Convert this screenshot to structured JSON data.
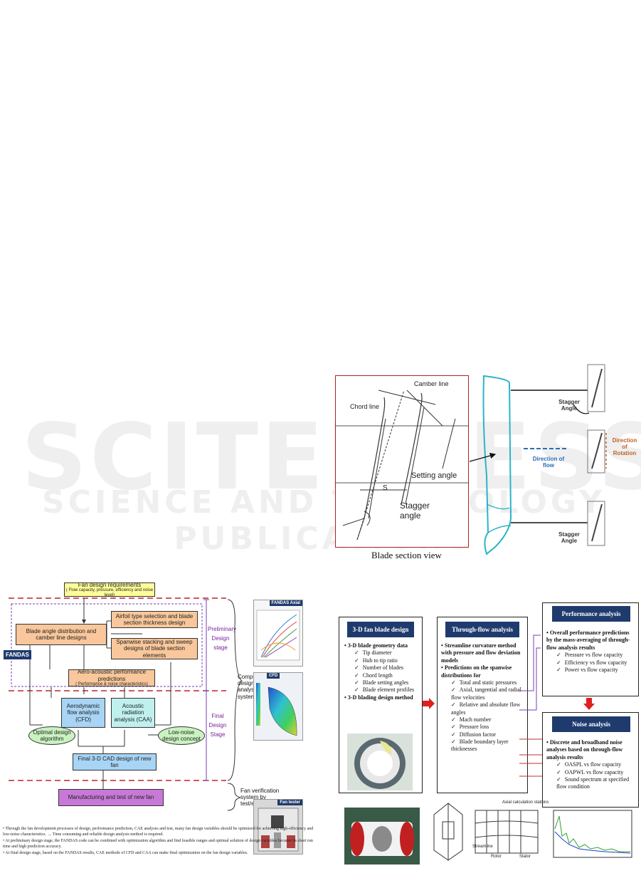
{
  "watermark": {
    "main": "SCITEPRESS",
    "sub": "SCIENCE AND TECHNOLOGY PUBLICATIONS"
  },
  "flowchart": {
    "requirements_title": "Fan design requirements",
    "requirements_sub": "( Flow capacity, pressure, efficiency and noise level)",
    "blade_angle": "Blade angle distribution and camber line designs",
    "airfoil": "Airfoil type selection and blade section thickness design",
    "spanwise": "Spanwise stacking and sweep designs of blade section elements",
    "aero_title": "Aero-acoustic performance predictions",
    "aero_sub": "( Performance & noise characteristics)",
    "fandas": "FANDAS",
    "cfd_box": "Aerodynamic flow analysis (CFD)",
    "caa_box": "Acoustic radiation analysis (CAA)",
    "optimal": "Optimal design algorithm",
    "lownoise": "Low-noise design concept",
    "final_cad": "Final 3-D CAD design of new fan",
    "manufacturing": "Manufacturing and test of new fan",
    "preliminary_stage": [
      "Preliminary",
      "Design",
      "stage"
    ],
    "final_stage": [
      "Final",
      "Design",
      "Stage"
    ],
    "computerized": "Computerized design- analysis system of fan",
    "verification": "Fan verification system by test/evaluation",
    "thumb_fandas": "FANDAS Axial",
    "thumb_cfd": "CFD",
    "thumb_tester": "Fan tester"
  },
  "left_bullets": [
    "Through the fan development processes of design, performance prediction, CAE analyses and test, many fan design variables should be optimized for achieving high-efficiency and low-noise characteristics. → Time consuming and reliable design analysis method is required.",
    "At preliminary design stage, the FANDAS code can be combined with optimization algorithm and find feasible ranges and optimal solution of design variables because its short run time and high prediction accuracy.",
    "At final design stage, based on the FANDAS results, CAE methods of CFD and CAA can make final optimization on the fan design variables."
  ],
  "blade_figure": {
    "chord_line": "Chord line",
    "camber_line": "Camber line",
    "setting_angle": "Setting angle",
    "stagger_angle": "Stagger angle",
    "pitch": "S",
    "caption": "Blade section view",
    "stagger_labels": [
      "Stagger Angle",
      "Stagger Angle"
    ],
    "direction_flow": "Direction of flow",
    "direction_rotation": "Direction of Rotation"
  },
  "analysis": {
    "design_title": "3-D fan blade design",
    "design_items": [
      {
        "type": "head",
        "text": "3-D blade geometry data"
      },
      {
        "type": "item",
        "text": "Tip diameter"
      },
      {
        "type": "item",
        "text": "Hub to tip ratio"
      },
      {
        "type": "item",
        "text": "Number of blades"
      },
      {
        "type": "item",
        "text": "Chord length"
      },
      {
        "type": "item",
        "text": "Blade setting angles"
      },
      {
        "type": "item",
        "text": "Blade element profiles"
      },
      {
        "type": "head",
        "text": "3-D blading design method"
      }
    ],
    "through_title": "Through-flow analysis",
    "through_items": [
      {
        "type": "head",
        "text": "Streamline curvature method with pressure and flow deviation models"
      },
      {
        "type": "head",
        "text": "Predictions on the spanwise distributions for"
      },
      {
        "type": "item",
        "text": "Total and static pressures"
      },
      {
        "type": "item",
        "text": "Axial, tangential and radial flow velocities"
      },
      {
        "type": "item",
        "text": "Relative and absolute flow angles"
      },
      {
        "type": "item",
        "text": "Mach number"
      },
      {
        "type": "item",
        "text": "Pressure loss"
      },
      {
        "type": "item",
        "text": "Diffusion factor"
      },
      {
        "type": "item",
        "text": "Blade boundary layer thicknesses"
      }
    ],
    "perf_title": "Performance analysis",
    "perf_items": [
      {
        "type": "head",
        "text": "Overall performance predictions by the mass-averaging of through-flow analysis results"
      },
      {
        "type": "item",
        "text": "Pressure vs flow capacity"
      },
      {
        "type": "item",
        "text": "Efficiency vs flow capacity"
      },
      {
        "type": "item",
        "text": "Power vs flow capacity"
      }
    ],
    "noise_title": "Noise analysis",
    "noise_items": [
      {
        "type": "head",
        "text": "Discrete and broadband noise analyses based on through-flow analysis results"
      },
      {
        "type": "item",
        "text": "OASPL vs flow capacity"
      },
      {
        "type": "item",
        "text": "OAPWL vs flow capacity"
      },
      {
        "type": "item",
        "text": "Sound spectrum at specified flow condition"
      }
    ],
    "axial_stations": "Axial calculation stations",
    "streamline": "Streamline",
    "rotor": "Rotor",
    "stator": "Stator"
  }
}
